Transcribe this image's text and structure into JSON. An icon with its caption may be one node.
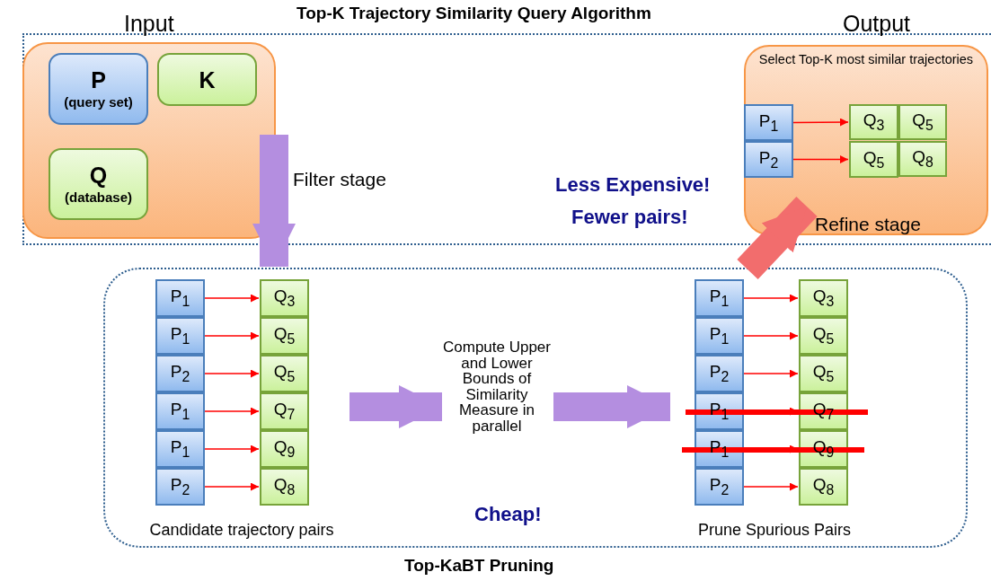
{
  "diagram": {
    "nodes": [
      {
        "text": [
          "Top-K Trajectory Similarity Query Algorithm"
        ]
      },
      {
        "text": [
          "Input"
        ],
        "in": 0
      },
      {
        "text": [
          "P",
          "(query set)"
        ],
        "in": 1
      },
      {
        "text": [
          "K"
        ],
        "in": 1
      },
      {
        "text": [
          "Q",
          "(database)"
        ],
        "in": 1
      },
      {
        "text": [
          "Output",
          "Select Top-K most similar trajectories"
        ],
        "in": 0
      },
      {
        "text": [
          "P$_{1}$"
        ],
        "in": 5
      },
      {
        "text": [
          "P$_{2}$"
        ],
        "in": 5
      },
      {
        "text": [
          "Q$_{3}$"
        ],
        "in": 5
      },
      {
        "text": [
          "Q$_{5}$"
        ],
        "in": 5
      },
      {
        "text": [
          "Q$_{5}$"
        ],
        "in": 5
      },
      {
        "text": [
          "Q$_{8}$"
        ],
        "in": 5
      },
      {
        "text": [
          "Top-KaBT Pruning"
        ]
      },
      {
        "text": [
          "Candidate trajectory pairs"
        ],
        "in": 12
      },
      {
        "text": [
          "P$_{1}$"
        ],
        "in": 13
      },
      {
        "text": [
          "P$_{1}$"
        ],
        "in": 13
      },
      {
        "text": [
          "P$_{2}$"
        ],
        "in": 13
      },
      {
        "text": [
          "P$_{1}$"
        ],
        "in": 13
      },
      {
        "text": [
          "P$_{1}$"
        ],
        "in": 13
      },
      {
        "text": [
          "P$_{2}$"
        ],
        "in": 13
      },
      {
        "text": [
          "Q$_{3}$"
        ],
        "in": 13
      },
      {
        "text": [
          "Q$_{5}$"
        ],
        "in": 13
      },
      {
        "text": [
          "Q$_{5}$"
        ],
        "in": 13
      },
      {
        "text": [
          "Q$_{7}$"
        ],
        "in": 13
      },
      {
        "text": [
          "Q$_{9}$"
        ],
        "in": 13
      },
      {
        "text": [
          "Q$_{8}$"
        ],
        "in": 13
      },
      {
        "text": [
          "Compute Upper and Lower Bounds of Similarity Measure in parallel"
        ],
        "in": 12
      },
      {
        "text": [
          "Prune Spurious Pairs"
        ],
        "in": 12
      },
      {
        "text": [
          "P$_{1}$"
        ],
        "in": 27
      },
      {
        "text": [
          "P$_{1}$"
        ],
        "in": 27
      },
      {
        "text": [
          "P$_{2}$"
        ],
        "in": 27
      },
      {
        "text": [
          "P$_{1}$"
        ],
        "in": 27
      },
      {
        "text": [
          "P$_{1}$"
        ],
        "in": 27
      },
      {
        "text": [
          "P$_{2}$"
        ],
        "in": 27
      },
      {
        "text": [
          "Q$_{3}$"
        ],
        "in": 27
      },
      {
        "text": [
          "Q$_{5}$"
        ],
        "in": 27
      },
      {
        "text": [
          "Q$_{5}$"
        ],
        "in": 27
      },
      {
        "text": [
          "Q$_{7}$"
        ],
        "in": 27
      },
      {
        "text": [
          "Q$_{9}$"
        ],
        "in": 27
      },
      {
        "text": [
          "Q$_{8}$"
        ],
        "in": 27
      }
    ],
    "edges": [
      {
        "from": 1,
        "to": 12,
        "arrow": "to",
        "label": "Filter stage",
        "style": "thick",
        "color": "#b48ee0"
      },
      {
        "from": 6,
        "to": 8,
        "arrow": "to"
      },
      {
        "from": 7,
        "to": 10,
        "arrow": "to"
      },
      {
        "from": 14,
        "to": 20,
        "arrow": "to"
      },
      {
        "from": 15,
        "to": 21,
        "arrow": "to"
      },
      {
        "from": 16,
        "to": 22,
        "arrow": "to"
      },
      {
        "from": 17,
        "to": 23,
        "arrow": "to"
      },
      {
        "from": 18,
        "to": 24,
        "arrow": "to"
      },
      {
        "from": 19,
        "to": 25,
        "arrow": "to"
      },
      {
        "from": 13,
        "to": 26,
        "arrow": "to",
        "style": "thick",
        "color": "#b48ee0"
      },
      {
        "from": 26,
        "to": 27,
        "arrow": "to",
        "style": "thick",
        "color": "#b48ee0"
      },
      {
        "from": 28,
        "to": 34,
        "arrow": "to"
      },
      {
        "from": 29,
        "to": 35,
        "arrow": "to"
      },
      {
        "from": 30,
        "to": 36,
        "arrow": "to"
      },
      {
        "from": 31,
        "to": 37,
        "arrow": "to"
      },
      {
        "from": 32,
        "to": 38,
        "arrow": "to"
      },
      {
        "from": 33,
        "to": 39,
        "arrow": "to"
      },
      {
        "from": 12,
        "to": 5,
        "arrow": "to",
        "label": "Refine stage",
        "style": "thick",
        "color": "#f26d6d"
      }
    ],
    "labels": [
      "Less Expensive!",
      "Fewer pairs!",
      "Cheap!"
    ]
  }
}
